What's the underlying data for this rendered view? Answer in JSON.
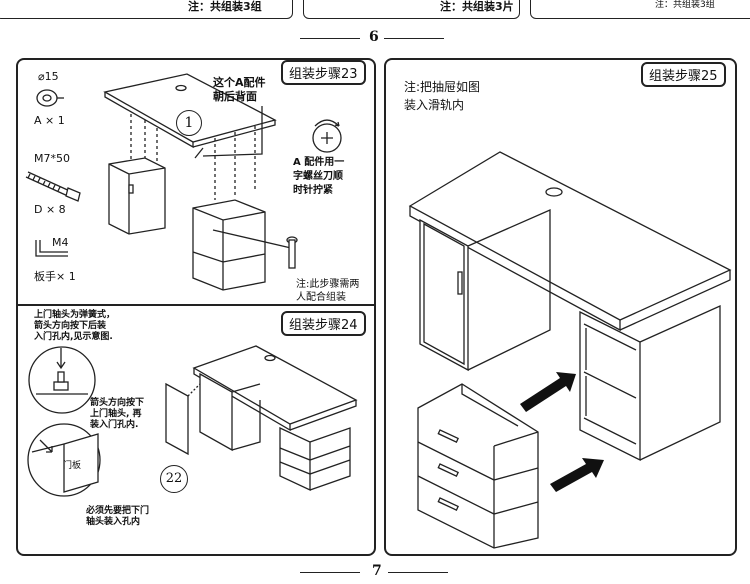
{
  "top_strip": {
    "note_left": "注：共组装3组",
    "note_mid": "注：共组装3片",
    "note_right": "注：共组装3组"
  },
  "page_top": "6",
  "page_bottom": "7",
  "step23": {
    "badge": "组装步骤23",
    "parts": [
      {
        "spec": "⌀15",
        "label": "A × 1"
      },
      {
        "spec": "M7*50",
        "label": "D × 8"
      },
      {
        "spec": "M4",
        "label": "板手× 1"
      }
    ],
    "callout_a": "这个A配件\n朝后背面",
    "circle_num": "1",
    "tool_note": "A 配件用一\n字螺丝刀顺\n时针拧紧",
    "note": "注:此步骤需两\n人配合组装"
  },
  "step24": {
    "badge": "组装步骤24",
    "intro": "上门轴头为弹簧式，\n箭头方向按下后装\n入门孔内,见示意图.",
    "arrow_note": "箭头方向按下\n上门轴头, 再\n装入门孔内.",
    "door_label": "门板",
    "bottom_note": "必须先要把下门\n轴头装入孔内",
    "circle_num": "22"
  },
  "step25": {
    "badge": "组装步骤25",
    "note": "注:把抽屉如图\n装入滑轨内"
  }
}
